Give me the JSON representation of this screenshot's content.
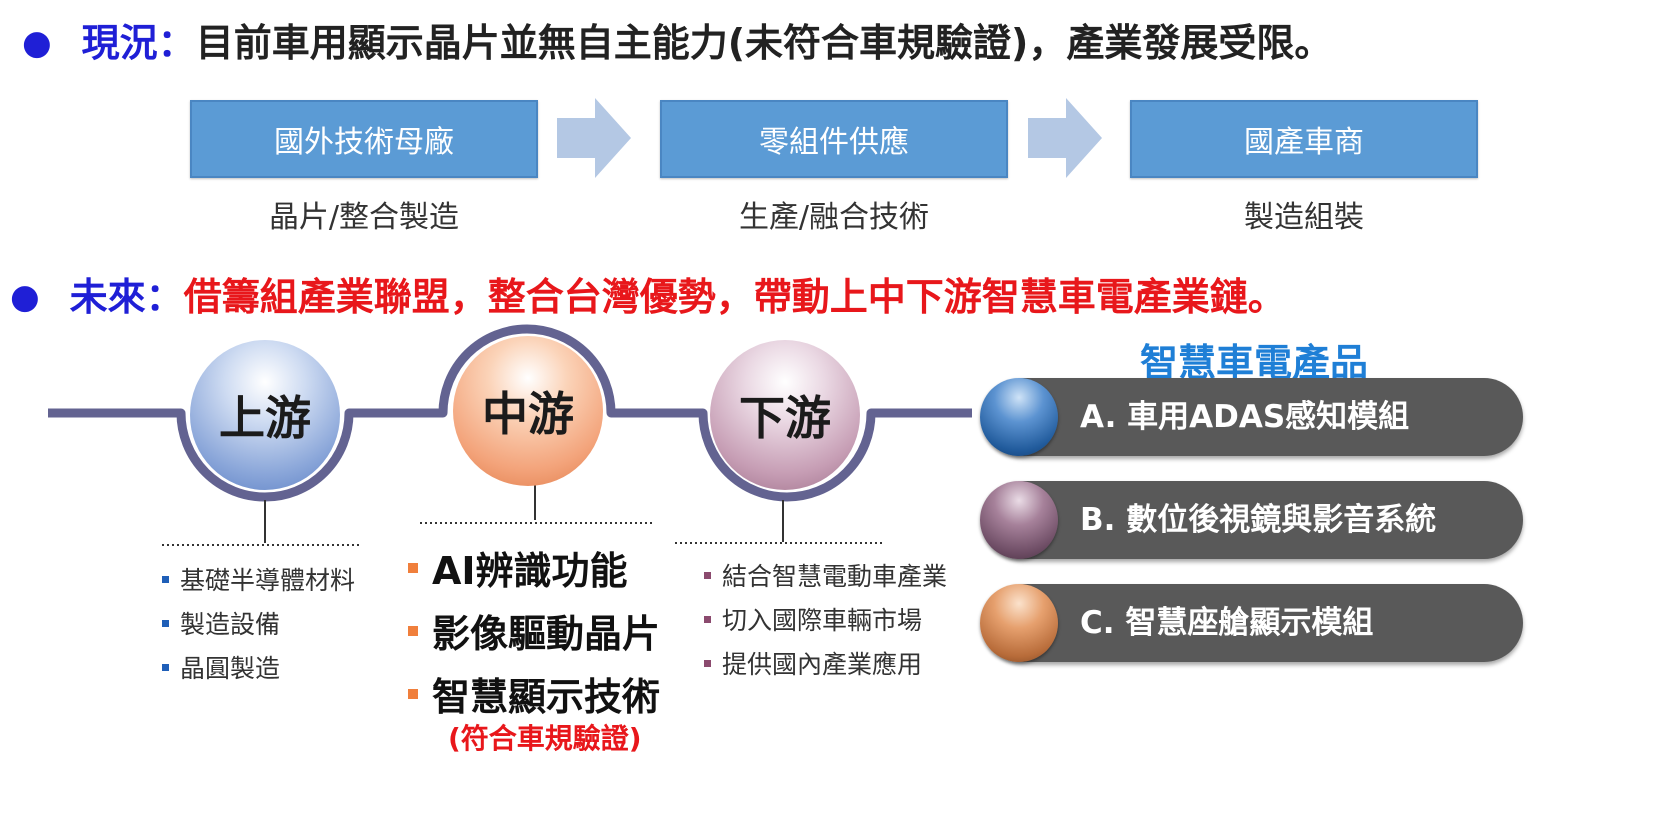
{
  "current": {
    "label": "現況：",
    "text": "目前車用顯示晶片並無自主能力(未符合車規驗證)，產業發展受限。"
  },
  "flow": [
    {
      "box": "國外技術母廠",
      "sub": "晶片/整合製造"
    },
    {
      "box": "零組件供應",
      "sub": "生產/融合技術"
    },
    {
      "box": "國產車商",
      "sub": "製造組裝"
    }
  ],
  "future": {
    "label": "未來：",
    "text": "借籌組產業聯盟，整合台灣優勢，帶動上中下游智慧車電產業鏈。"
  },
  "chain": {
    "upstream": {
      "label": "上游",
      "items": [
        "基礎半導體材料",
        "製造設備",
        "晶圓製造"
      ]
    },
    "midstream": {
      "label": "中游",
      "items": [
        "AI辨識功能",
        "影像驅動晶片",
        "智慧顯示技術"
      ],
      "note": "(符合車規驗證)"
    },
    "downstream": {
      "label": "下游",
      "items": [
        "結合智慧電動車產業",
        "切入國際車輛市場",
        "提供國內產業應用"
      ]
    }
  },
  "products": {
    "title": "智慧車電產品",
    "items": [
      "A. 車用ADAS感知模組",
      "B. 數位後視鏡與影音系統",
      "C. 智慧座艙顯示模組"
    ]
  },
  "colors": {
    "blue_heading": "#1f1fd6",
    "red_heading": "#e8171b",
    "flow_box": "#5b9bd5",
    "track": "#636391",
    "pill": "#595959",
    "products_title": "#1f7fd6"
  }
}
